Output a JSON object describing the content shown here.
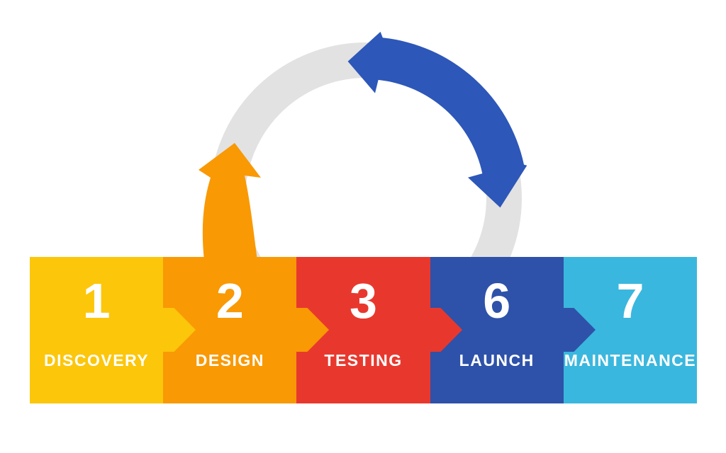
{
  "steps": [
    {
      "number": "1",
      "label": "DISCOVERY",
      "color": "#FCC60A"
    },
    {
      "number": "2",
      "label": "DESIGN",
      "color": "#F99904"
    },
    {
      "number": "3",
      "label": "TESTING",
      "color": "#E8382E"
    },
    {
      "number": "6",
      "label": "LAUNCH",
      "color": "#2E52A9"
    },
    {
      "number": "7",
      "label": "MAINTENANCE",
      "color": "#3AB7DE"
    }
  ],
  "diagram": {
    "icons": [
      "cycle-ring",
      "blue-curved-double-arrow",
      "orange-curved-up-arrow"
    ],
    "ring_color": "#E2E2E2",
    "blue_arrow_color": "#2D57B8",
    "orange_arrow_color": "#F99904",
    "background_color": "#FFFFFF",
    "text_color": "#FFFFFF"
  }
}
